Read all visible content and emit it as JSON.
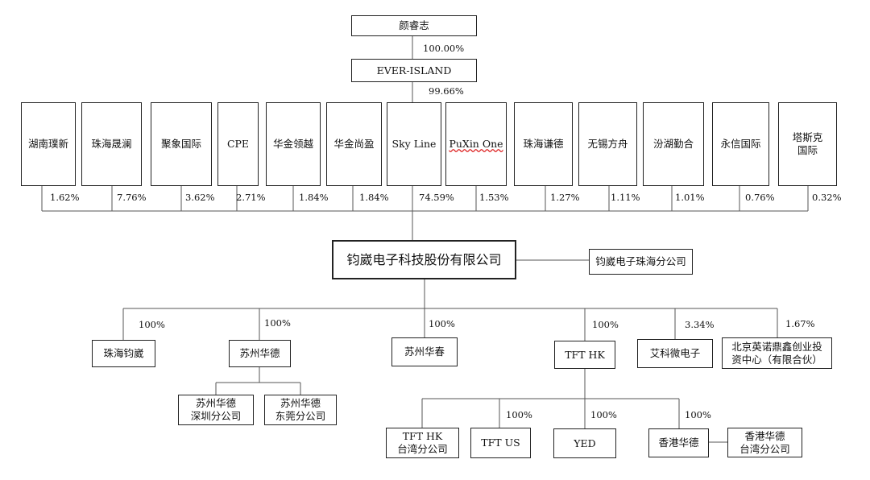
{
  "owner": {
    "name": "颜睿志",
    "pct": "100.00%"
  },
  "holding": {
    "name": "EVER-ISLAND",
    "pct": "99.66%"
  },
  "shareholders": [
    {
      "name": "湖南璞新",
      "pct": "1.62%"
    },
    {
      "name": "珠海晟澜",
      "pct": "7.76%"
    },
    {
      "name": "聚象国际",
      "pct": "3.62%"
    },
    {
      "name": "CPE",
      "pct": "2.71%"
    },
    {
      "name": "华金领越",
      "pct": "1.84%"
    },
    {
      "name": "华金尚盈",
      "pct": "1.84%"
    },
    {
      "name": "Sky Line",
      "pct": "74.59%"
    },
    {
      "name": "PuXin One",
      "pct": "1.53%"
    },
    {
      "name": "珠海谦德",
      "pct": "1.27%"
    },
    {
      "name": "无锡方舟",
      "pct": "1.11%"
    },
    {
      "name": "汾湖勤合",
      "pct": "1.01%"
    },
    {
      "name": "永信国际",
      "pct": "0.76%"
    },
    {
      "name": "塔斯克\n国际",
      "pct": "0.32%"
    }
  ],
  "company": {
    "name": "钧崴电子科技股份有限公司",
    "branch": "钧崴电子珠海分公司"
  },
  "subsidiaries": [
    {
      "name": "珠海钧崴",
      "pct": "100%"
    },
    {
      "name": "苏州华德",
      "pct": "100%"
    },
    {
      "name": "苏州华春",
      "pct": "100%"
    },
    {
      "name": "TFT HK",
      "pct": "100%"
    },
    {
      "name": "艾科微电子",
      "pct": "3.34%"
    },
    {
      "name": "北京英诺鼎鑫创业投\n资中心（有限合伙）",
      "pct": "1.67%"
    }
  ],
  "suzhou_branches": [
    {
      "name": "苏州华德\n深圳分公司"
    },
    {
      "name": "苏州华德\n东莞分公司"
    }
  ],
  "tfthk_children": [
    {
      "name": "TFT HK\n台湾分公司",
      "pct": ""
    },
    {
      "name": "TFT US",
      "pct": "100%"
    },
    {
      "name": "YED",
      "pct": "100%"
    },
    {
      "name": "香港华德",
      "pct": "100%"
    }
  ],
  "hk_branch": {
    "name": "香港华德\n台湾分公司"
  }
}
